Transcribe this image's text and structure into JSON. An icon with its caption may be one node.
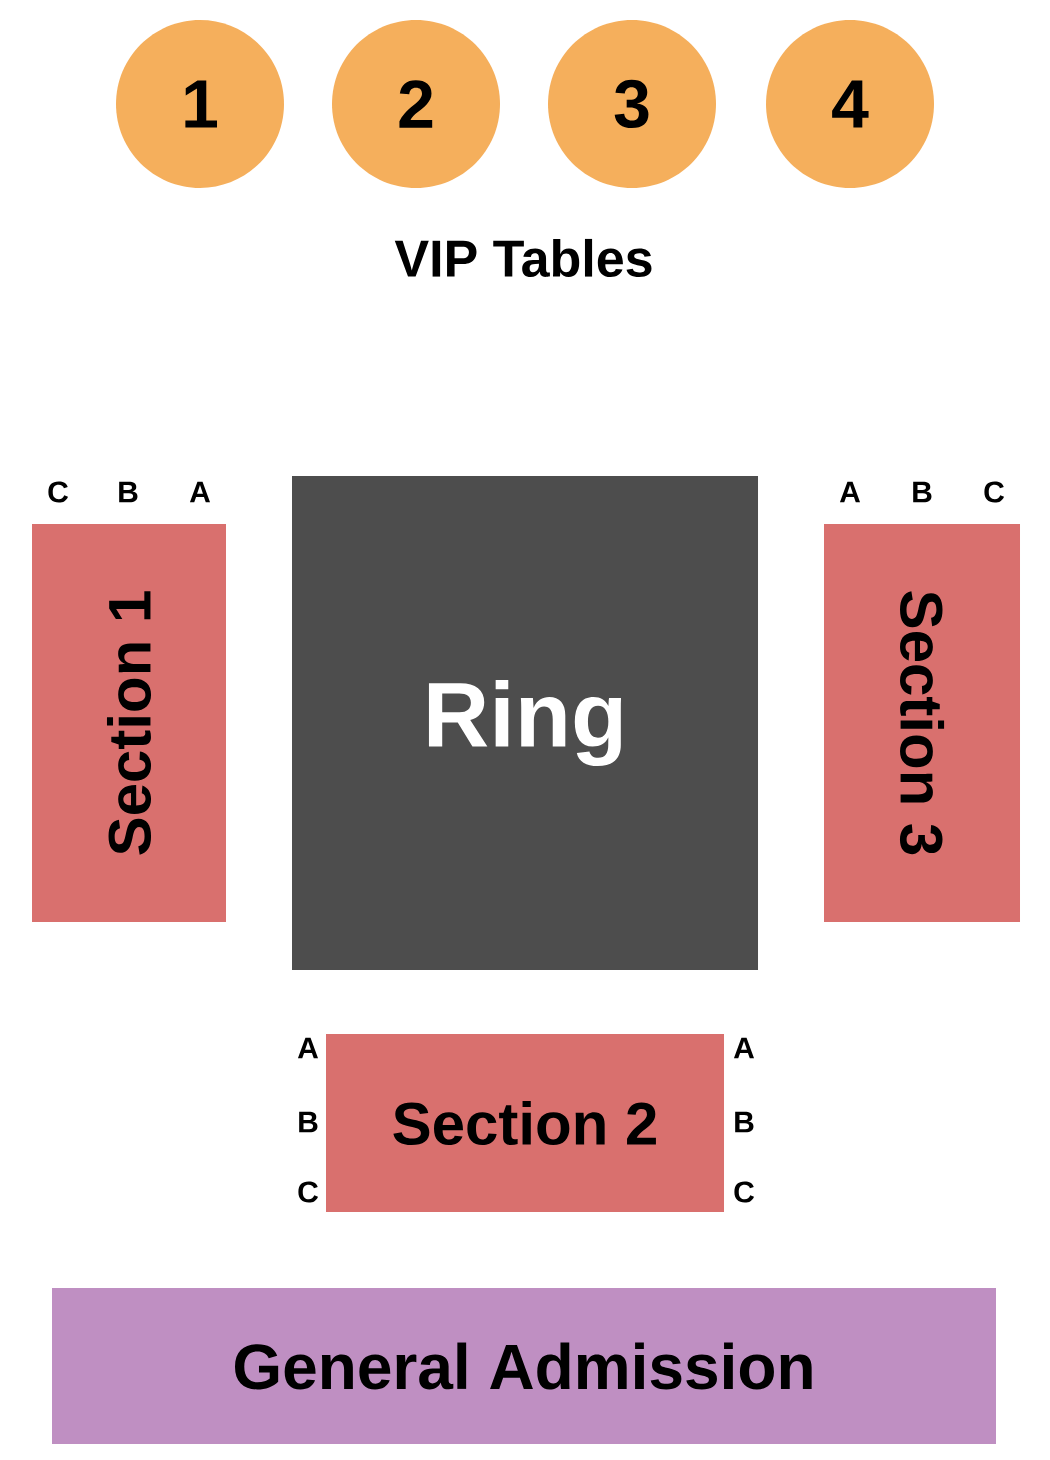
{
  "diagram": {
    "nodes": [
      {
        "text": [
          "1"
        ]
      },
      {
        "text": [
          "2"
        ]
      },
      {
        "text": [
          "3"
        ]
      },
      {
        "text": [
          "4"
        ]
      },
      {
        "text": [
          "Ring"
        ]
      },
      {
        "text": [
          "Section 1"
        ]
      },
      {
        "text": [
          "Section 3"
        ]
      },
      {
        "text": [
          "Section 2"
        ]
      },
      {
        "text": [
          "General Admission"
        ]
      }
    ],
    "edges": [],
    "labels": [
      "VIP Tables",
      "C",
      "B",
      "A",
      "A",
      "B",
      "C",
      "A",
      "A",
      "B",
      "B",
      "C",
      "C"
    ]
  }
}
